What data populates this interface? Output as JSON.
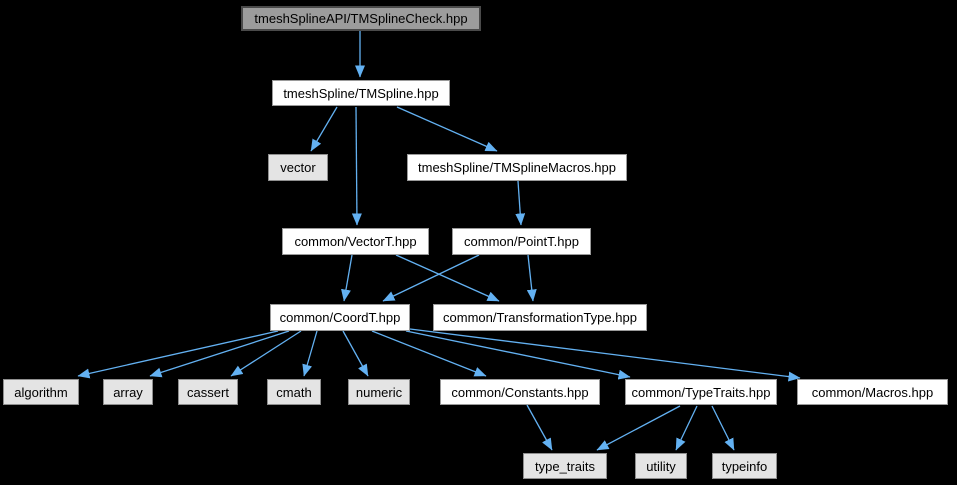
{
  "colors": {
    "background": "#000000",
    "edge": "#63b1f2",
    "node_fill": "#ffffff",
    "stdlib_node_fill": "#e4e4e4",
    "main_node_fill": "#9c9c9c",
    "node_border": "#9a9a9a",
    "main_node_border": "#4a4a4a",
    "text": "#000000"
  },
  "nodes": [
    {
      "id": "tmspline-check",
      "label": "tmeshSplineAPI/TMSplineCheck.hpp",
      "type": "main"
    },
    {
      "id": "tmspline",
      "label": "tmeshSpline/TMSpline.hpp",
      "type": "white"
    },
    {
      "id": "vector",
      "label": "vector",
      "type": "gray"
    },
    {
      "id": "tmspline-macros",
      "label": "tmeshSpline/TMSplineMacros.hpp",
      "type": "white"
    },
    {
      "id": "vectort",
      "label": "common/VectorT.hpp",
      "type": "white"
    },
    {
      "id": "pointt",
      "label": "common/PointT.hpp",
      "type": "white"
    },
    {
      "id": "coordt",
      "label": "common/CoordT.hpp",
      "type": "white"
    },
    {
      "id": "transformation-type",
      "label": "common/TransformationType.hpp",
      "type": "white"
    },
    {
      "id": "algorithm",
      "label": "algorithm",
      "type": "gray"
    },
    {
      "id": "array",
      "label": "array",
      "type": "gray"
    },
    {
      "id": "cassert",
      "label": "cassert",
      "type": "gray"
    },
    {
      "id": "cmath",
      "label": "cmath",
      "type": "gray"
    },
    {
      "id": "numeric",
      "label": "numeric",
      "type": "gray"
    },
    {
      "id": "constants",
      "label": "common/Constants.hpp",
      "type": "white"
    },
    {
      "id": "typetraits",
      "label": "common/TypeTraits.hpp",
      "type": "white"
    },
    {
      "id": "macros",
      "label": "common/Macros.hpp",
      "type": "white"
    },
    {
      "id": "type-traits",
      "label": "type_traits",
      "type": "gray"
    },
    {
      "id": "utility",
      "label": "utility",
      "type": "gray"
    },
    {
      "id": "typeinfo",
      "label": "typeinfo",
      "type": "gray"
    }
  ],
  "edges": [
    {
      "from": "tmspline-check",
      "to": "tmspline"
    },
    {
      "from": "tmspline",
      "to": "vector"
    },
    {
      "from": "tmspline",
      "to": "vectort"
    },
    {
      "from": "tmspline",
      "to": "tmspline-macros"
    },
    {
      "from": "tmspline-macros",
      "to": "pointt"
    },
    {
      "from": "vectort",
      "to": "coordt"
    },
    {
      "from": "vectort",
      "to": "transformation-type"
    },
    {
      "from": "pointt",
      "to": "coordt"
    },
    {
      "from": "pointt",
      "to": "transformation-type"
    },
    {
      "from": "coordt",
      "to": "algorithm"
    },
    {
      "from": "coordt",
      "to": "array"
    },
    {
      "from": "coordt",
      "to": "cassert"
    },
    {
      "from": "coordt",
      "to": "cmath"
    },
    {
      "from": "coordt",
      "to": "numeric"
    },
    {
      "from": "coordt",
      "to": "constants"
    },
    {
      "from": "coordt",
      "to": "typetraits"
    },
    {
      "from": "coordt",
      "to": "macros"
    },
    {
      "from": "constants",
      "to": "type-traits"
    },
    {
      "from": "typetraits",
      "to": "type-traits"
    },
    {
      "from": "typetraits",
      "to": "utility"
    },
    {
      "from": "typetraits",
      "to": "typeinfo"
    }
  ]
}
